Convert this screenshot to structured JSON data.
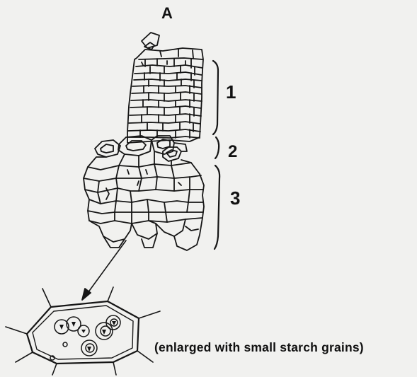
{
  "figure": {
    "panel_label": "A",
    "layer_labels": [
      "1",
      "2",
      "3"
    ],
    "inset_caption": "(enlarged with small starch grains)"
  }
}
